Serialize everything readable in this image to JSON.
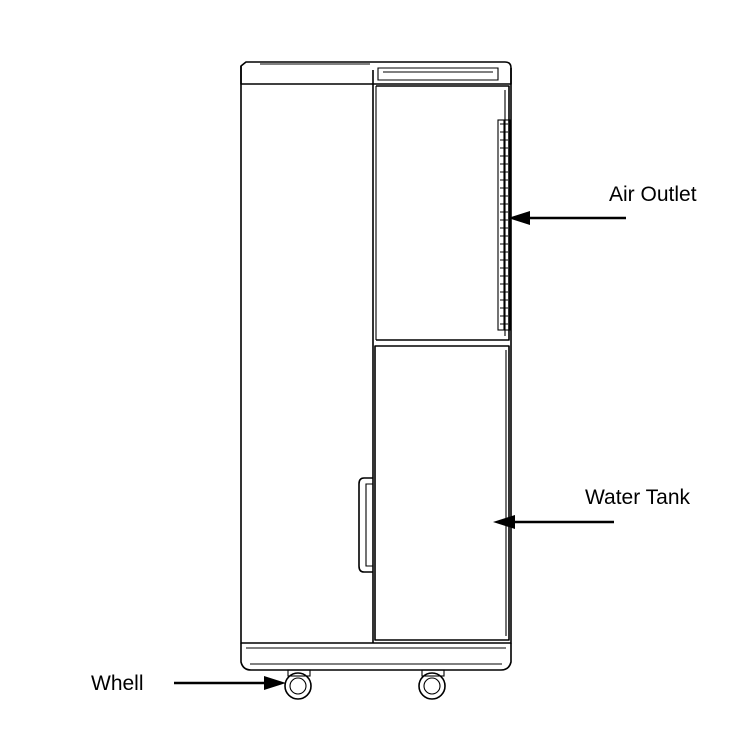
{
  "labels": {
    "air_outlet": "Air Outlet",
    "water_tank": "Water Tank",
    "wheel": "Whell"
  }
}
